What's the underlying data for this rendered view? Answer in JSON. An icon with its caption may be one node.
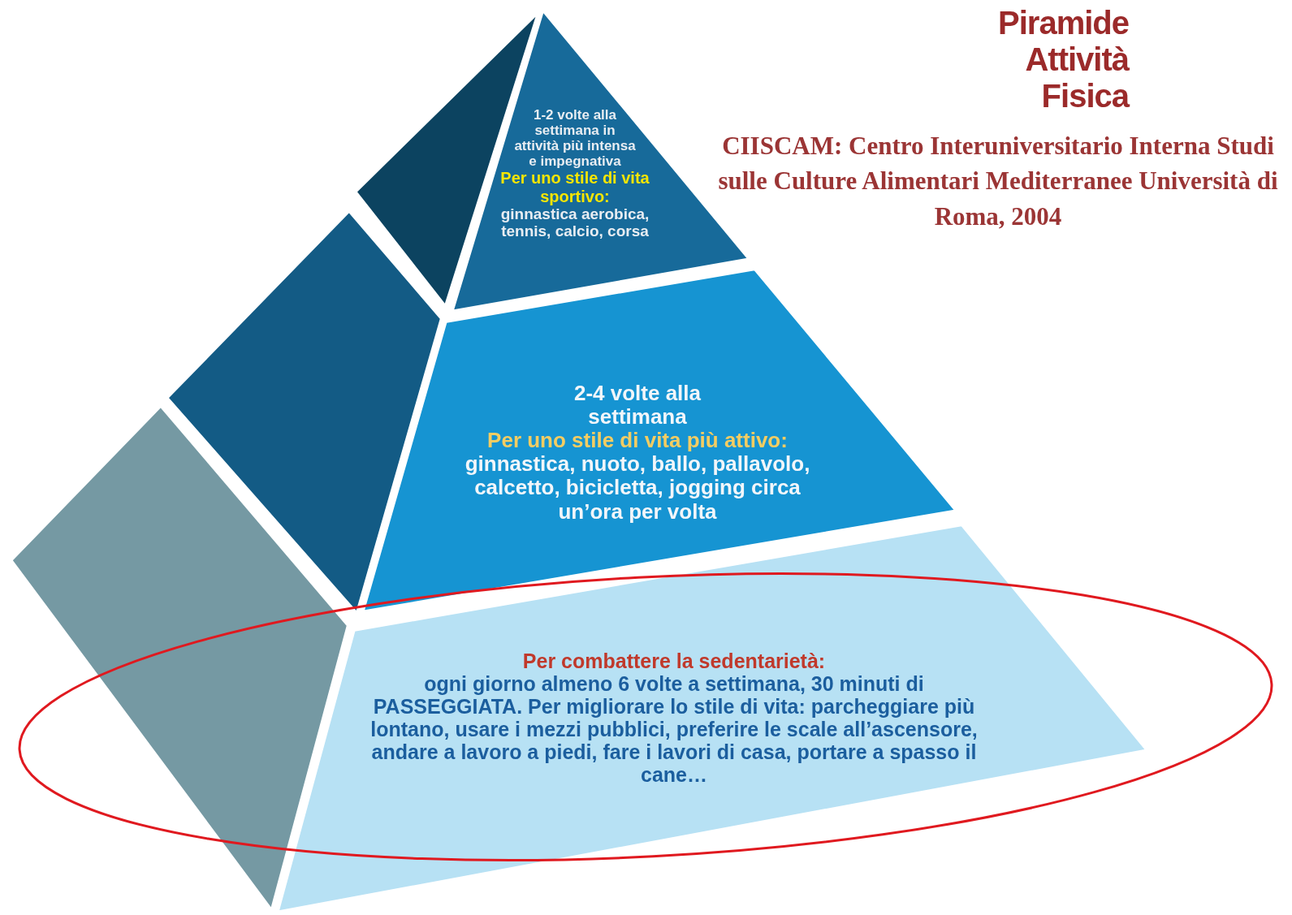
{
  "diagram": {
    "title": "Piramide Attività Fisica",
    "caption": "CIISCAM: Centro Interuniversitario Interna Studi sulle Culture Alimentari Mediterranee Università di Roma, 2004",
    "nodes": [
      {
        "text": [
          "1-2 volte alla settimana in attività più intensa e impegnativa",
          "Per uno stile di vita sportivo:",
          "ginnastica aerobica, tennis, calcio, corsa"
        ]
      },
      {
        "text": [
          "2-4 volte alla settimana",
          "Per uno stile di vita più attivo:",
          "ginnastica, nuoto, ballo, pallavolo, calcetto, bicicletta, jogging circa un’ora per volta"
        ]
      },
      {
        "text": [
          "Per combattere la sedentarietà:",
          "ogni giorno almeno 6 volte a settimana, 30 minuti di PASSEGGIATA. Per migliorare lo stile di vita: parcheggiare più lontano, usare i mezzi pubblici, preferire le scale all’ascensore, andare a lavoro a piedi, fare i lavori di casa, portare a spasso il cane…"
        ]
      }
    ]
  }
}
